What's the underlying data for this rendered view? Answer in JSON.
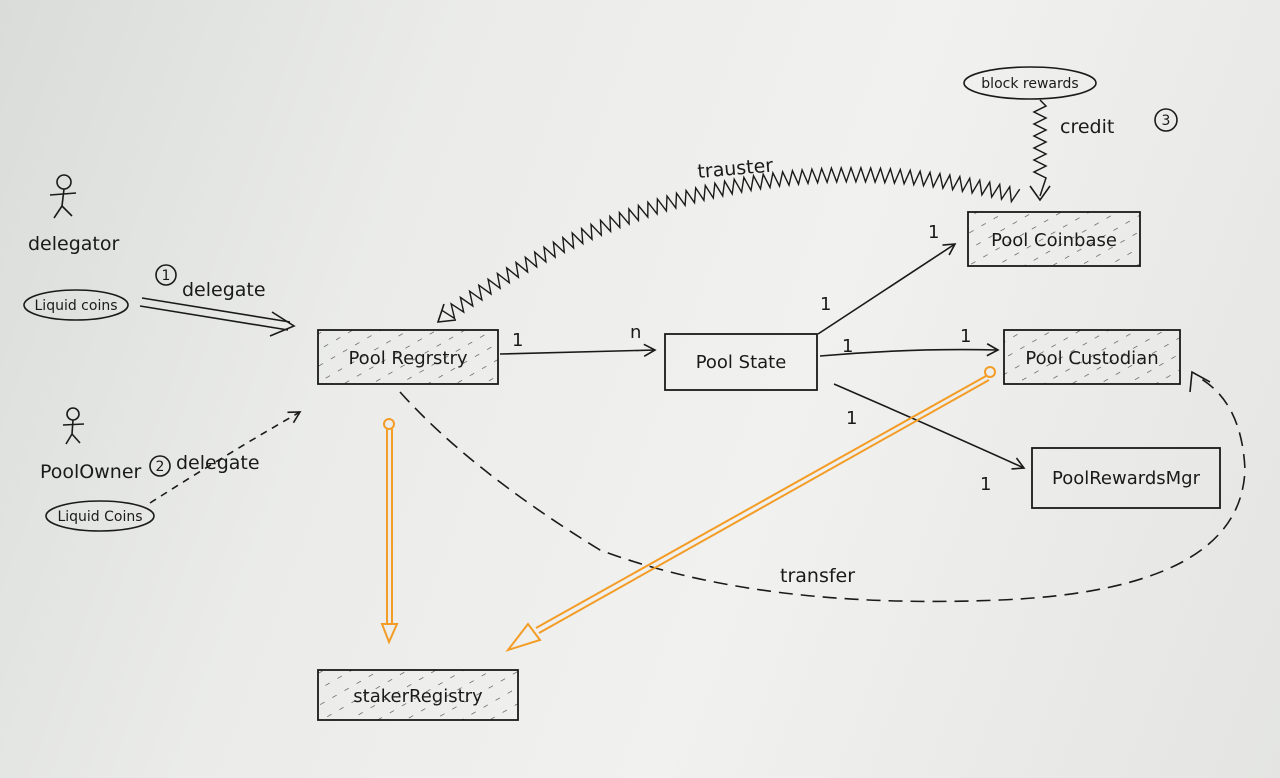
{
  "actors": {
    "delegator": "delegator",
    "pool_owner": "PoolOwner"
  },
  "tokens": {
    "liquid_coins_1": "Liquid coins",
    "liquid_coins_2": "Liquid Coins",
    "block_rewards": "block rewards"
  },
  "steps": {
    "step1_num": "1",
    "step1_label": "delegate",
    "step2_num": "2",
    "step2_label": "delegate",
    "step3_num": "3",
    "step3_label": "credit"
  },
  "boxes": {
    "pool_registry": "Pool Regrstry",
    "pool_state": "Pool State",
    "pool_coinbase": "Pool Coinbase",
    "pool_custodian": "Pool Custodian",
    "pool_rewards_mgr": "PoolRewardsMgr",
    "staker_registry": "stakerRegistry"
  },
  "multiplicity": {
    "registry_side": "1",
    "state_side": "n",
    "to_coinbase_from": "1",
    "to_coinbase_to": "1",
    "to_custodian_from": "1",
    "to_custodian_to": "1",
    "to_rewards_from": "1",
    "to_rewards_to": "1"
  },
  "edges": {
    "transfer_top": "trauster",
    "transfer_bottom": "transfer"
  },
  "colors": {
    "ink": "#1a1a1a",
    "highlight": "#f39c26"
  }
}
